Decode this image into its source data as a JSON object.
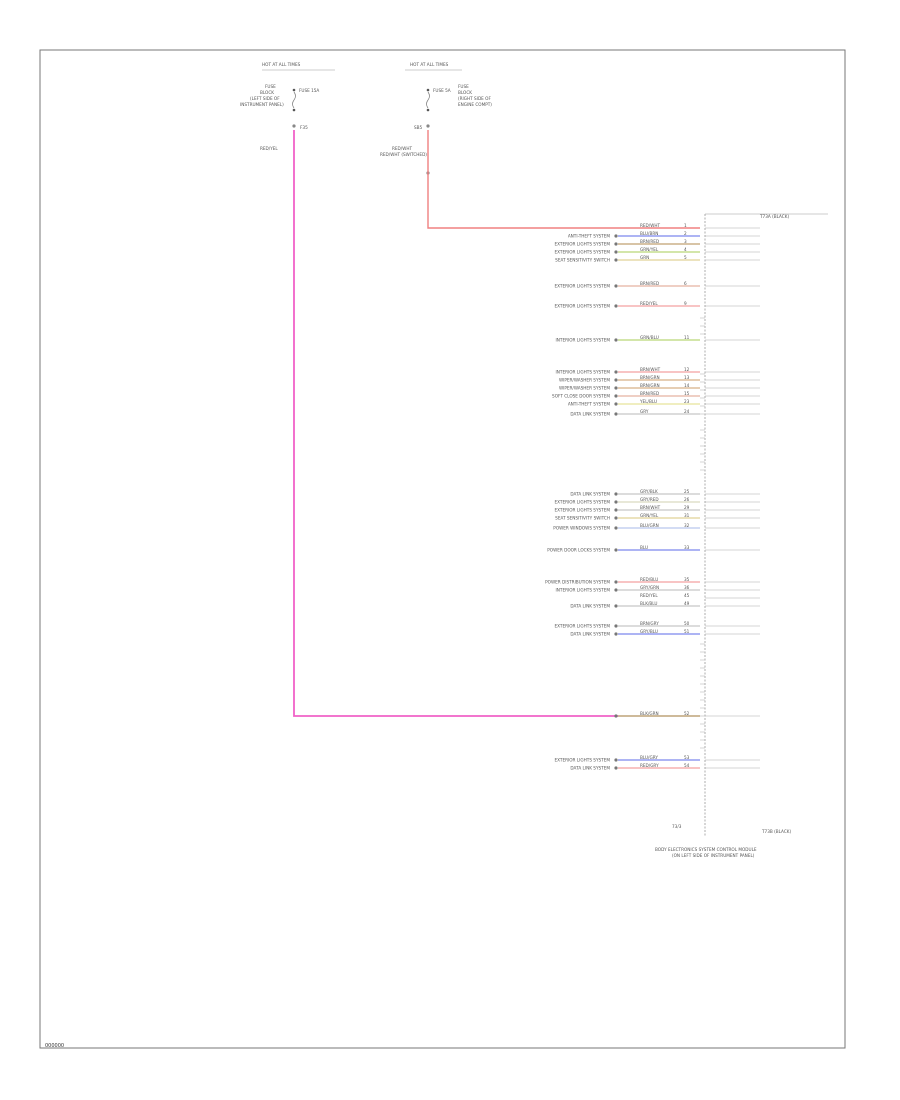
{
  "page_id": "000000",
  "fuse_blocks": [
    {
      "title": "HOT AT ALL TIMES",
      "fuse": "FUSE 15A",
      "description": [
        "FUSE",
        "BLOCK",
        "(LEFT SIDE OF",
        "INSTRUMENT PANEL)"
      ],
      "pin": "F35",
      "wire": "RED/YEL"
    },
    {
      "title": "HOT AT ALL TIMES",
      "fuse": "FUSE 5A",
      "description": [
        "FUSE",
        "BLOCK",
        "(RIGHT SIDE OF",
        "ENGINE COMPT)"
      ],
      "pin": "SB5",
      "wire": "RED/WHT",
      "wire_label": "RED/WHT (SWITCHED)"
    }
  ],
  "module": {
    "name_lines": [
      "BODY ELECTRONICS SYSTEM CONTROL MODULE",
      "(ON LEFT SIDE OF INSTRUMENT PANEL)"
    ],
    "top_connector": "T73A (BLACK)",
    "bottom_connector": "T73B (BLACK)",
    "ground_label": "73/3"
  },
  "connections": [
    {
      "pin": "1",
      "wire": "RED/WHT",
      "dest": "",
      "color": "#f4a0a0",
      "feed": true
    },
    {
      "pin": "2",
      "wire": "BLU/BRN",
      "dest": "ANTI-THEFT SYSTEM",
      "color": "#7c86ee"
    },
    {
      "pin": "3",
      "wire": "BRN/RED",
      "dest": "EXTERIOR LIGHTS SYSTEM",
      "color": "#c0a070"
    },
    {
      "pin": "4",
      "wire": "GRN/YEL",
      "dest": "EXTERIOR LIGHTS SYSTEM",
      "color": "#b9d878"
    },
    {
      "pin": "5",
      "wire": "GRN",
      "dest": "SEAT SENSITIVITY SWITCH",
      "color": "#e0d296"
    },
    {
      "pin": "6",
      "wire": "BRN/RED",
      "dest": "EXTERIOR LIGHTS SYSTEM",
      "color": "#e5b2a0"
    },
    {
      "pin": "9",
      "wire": "RED/YEL",
      "dest": "EXTERIOR LIGHTS SYSTEM",
      "color": "#f4a0a0"
    },
    {
      "pin": "11",
      "wire": "GRN/BLU",
      "dest": "INTERIOR LIGHTS SYSTEM",
      "color": "#b9d878"
    },
    {
      "pin": "12",
      "wire": "BRN/WHT",
      "dest": "INTERIOR LIGHTS SYSTEM",
      "color": "#f4a0a0"
    },
    {
      "pin": "13",
      "wire": "BRN/GRN",
      "dest": "WIPER/WASHER SYSTEM",
      "color": "#d6b088"
    },
    {
      "pin": "14",
      "wire": "BRN/GRN",
      "dest": "WIPER/WASHER SYSTEM",
      "color": "#d6b088"
    },
    {
      "pin": "15",
      "wire": "BRN/RED",
      "dest": "SOFT CLOSE DOOR SYSTEM",
      "color": "#e5b2a0"
    },
    {
      "pin": "23",
      "wire": "YEL/BLU",
      "dest": "ANTI-THEFT SYSTEM",
      "color": "#e7e39a"
    },
    {
      "pin": "24",
      "wire": "GRY",
      "dest": "DATA LINK SYSTEM",
      "color": "#c8c8c8"
    },
    {
      "pin": "25",
      "wire": "GRY/BLK",
      "dest": "DATA LINK SYSTEM",
      "color": "#c8c8c8"
    },
    {
      "pin": "26",
      "wire": "GRY/RED",
      "dest": "EXTERIOR LIGHTS SYSTEM",
      "color": "#d9d9c0"
    },
    {
      "pin": "29",
      "wire": "BRN/WHT",
      "dest": "EXTERIOR LIGHTS SYSTEM",
      "color": "#c8c8c8"
    },
    {
      "pin": "31",
      "wire": "GRN/YEL",
      "dest": "SEAT SENSITIVITY SWITCH",
      "color": "#e0d296"
    },
    {
      "pin": "32",
      "wire": "BLU/GRN",
      "dest": "POWER WINDOWS SYSTEM",
      "color": "#b9c8ee"
    },
    {
      "pin": "33",
      "wire": "BLU",
      "dest": "POWER DOOR LOCKS SYSTEM",
      "color": "#7c86ee"
    },
    {
      "pin": "35",
      "wire": "RED/BLU",
      "dest": "POWER DISTRIBUTION SYSTEM",
      "color": "#f4a0a0"
    },
    {
      "pin": "36",
      "wire": "GRY/GRN",
      "dest": "INTERIOR LIGHTS SYSTEM",
      "color": "#c8c8c8"
    },
    {
      "pin": "45",
      "wire": "RED/YEL",
      "dest": "",
      "color": "#f4a0a0",
      "feed": true
    },
    {
      "pin": "49",
      "wire": "BLK/BLU",
      "dest": "DATA LINK SYSTEM",
      "color": "#c8c8c8"
    },
    {
      "pin": "50",
      "wire": "BRN/GRY",
      "dest": "EXTERIOR LIGHTS SYSTEM",
      "color": "#c8c8c8"
    },
    {
      "pin": "51",
      "wire": "GRY/BLU",
      "dest": "DATA LINK SYSTEM",
      "color": "#7c86ee"
    },
    {
      "pin": "52",
      "wire": "BLK/GRN",
      "dest": "",
      "color": "#b9d878"
    },
    {
      "pin": "53",
      "wire": "BLU/GRY",
      "dest": "EXTERIOR LIGHTS SYSTEM",
      "color": "#7c86ee"
    },
    {
      "pin": "54",
      "wire": "RED/GRY",
      "dest": "DATA LINK SYSTEM",
      "color": "#f4a0a0"
    }
  ],
  "colors": {
    "pink_feed": "#f062c8",
    "red_feed": "#f08080",
    "frame": "#777777"
  }
}
